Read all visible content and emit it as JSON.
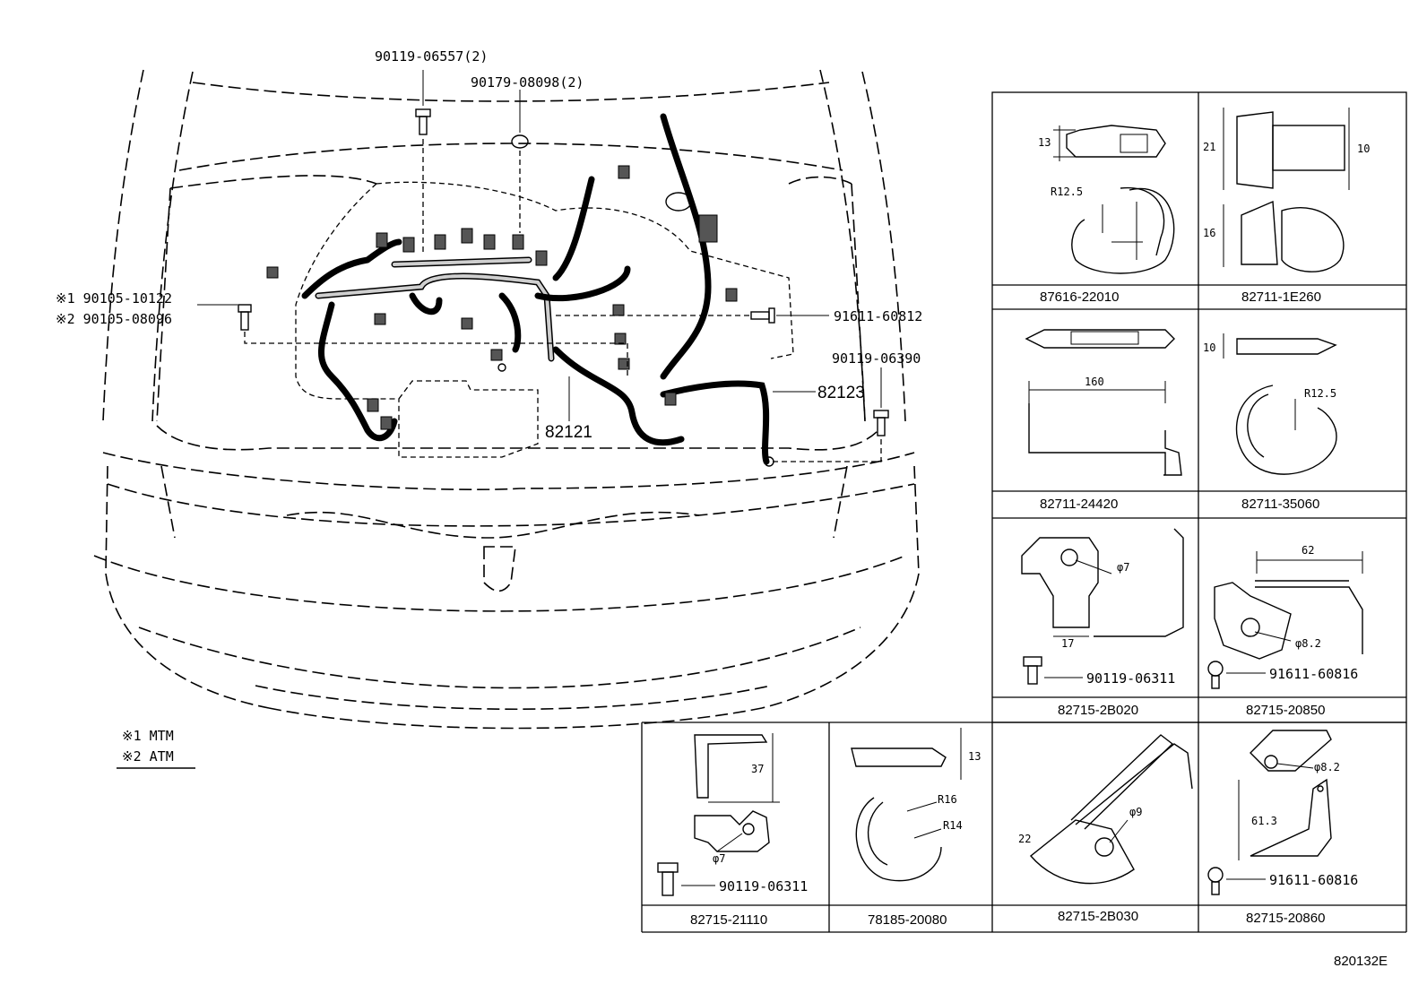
{
  "callouts": {
    "bolt_top": "90119-06557(2)",
    "clamp_top": "90179-08098(2)",
    "bolt_mtm": "※1 90105-10122",
    "bolt_atm": "※2 90105-08096",
    "bolt_right": "91611-60812",
    "bolt_right2": "90119-06390",
    "harness_main": "82121",
    "harness_sub": "82123"
  },
  "legend": {
    "mtm": "※1 MTM",
    "atm": "※2 ATM"
  },
  "parts": {
    "p87616": {
      "number": "87616-22010",
      "dim_h": "13",
      "radius": "R12.5"
    },
    "p82711_1e260": {
      "number": "82711-1E260",
      "dim_a": "21",
      "dim_b": "10",
      "dim_c": "16"
    },
    "p82711_24420": {
      "number": "82711-24420",
      "length": "160"
    },
    "p82711_35060": {
      "number": "82711-35060",
      "dim_h": "10",
      "radius": "R12.5"
    },
    "p82715_2b020": {
      "number": "82715-2B020",
      "hole": "φ7",
      "width": "17",
      "bolt": "90119-06311"
    },
    "p82715_20850": {
      "number": "82715-20850",
      "length": "62",
      "hole": "φ8.2",
      "bolt": "91611-60816"
    },
    "p82715_21110": {
      "number": "82715-21110",
      "height": "37",
      "hole": "φ7",
      "bolt": "90119-06311"
    },
    "p78185_20080": {
      "number": "78185-20080",
      "dim_h": "13",
      "r1": "R16",
      "r2": "R14"
    },
    "p82715_2b030": {
      "number": "82715-2B030",
      "hole": "φ9",
      "dim": "22"
    },
    "p82715_20860": {
      "number": "82715-20860",
      "hole": "φ8.2",
      "height": "61.3",
      "bolt": "91611-60816"
    }
  },
  "figure_id": "820132E"
}
